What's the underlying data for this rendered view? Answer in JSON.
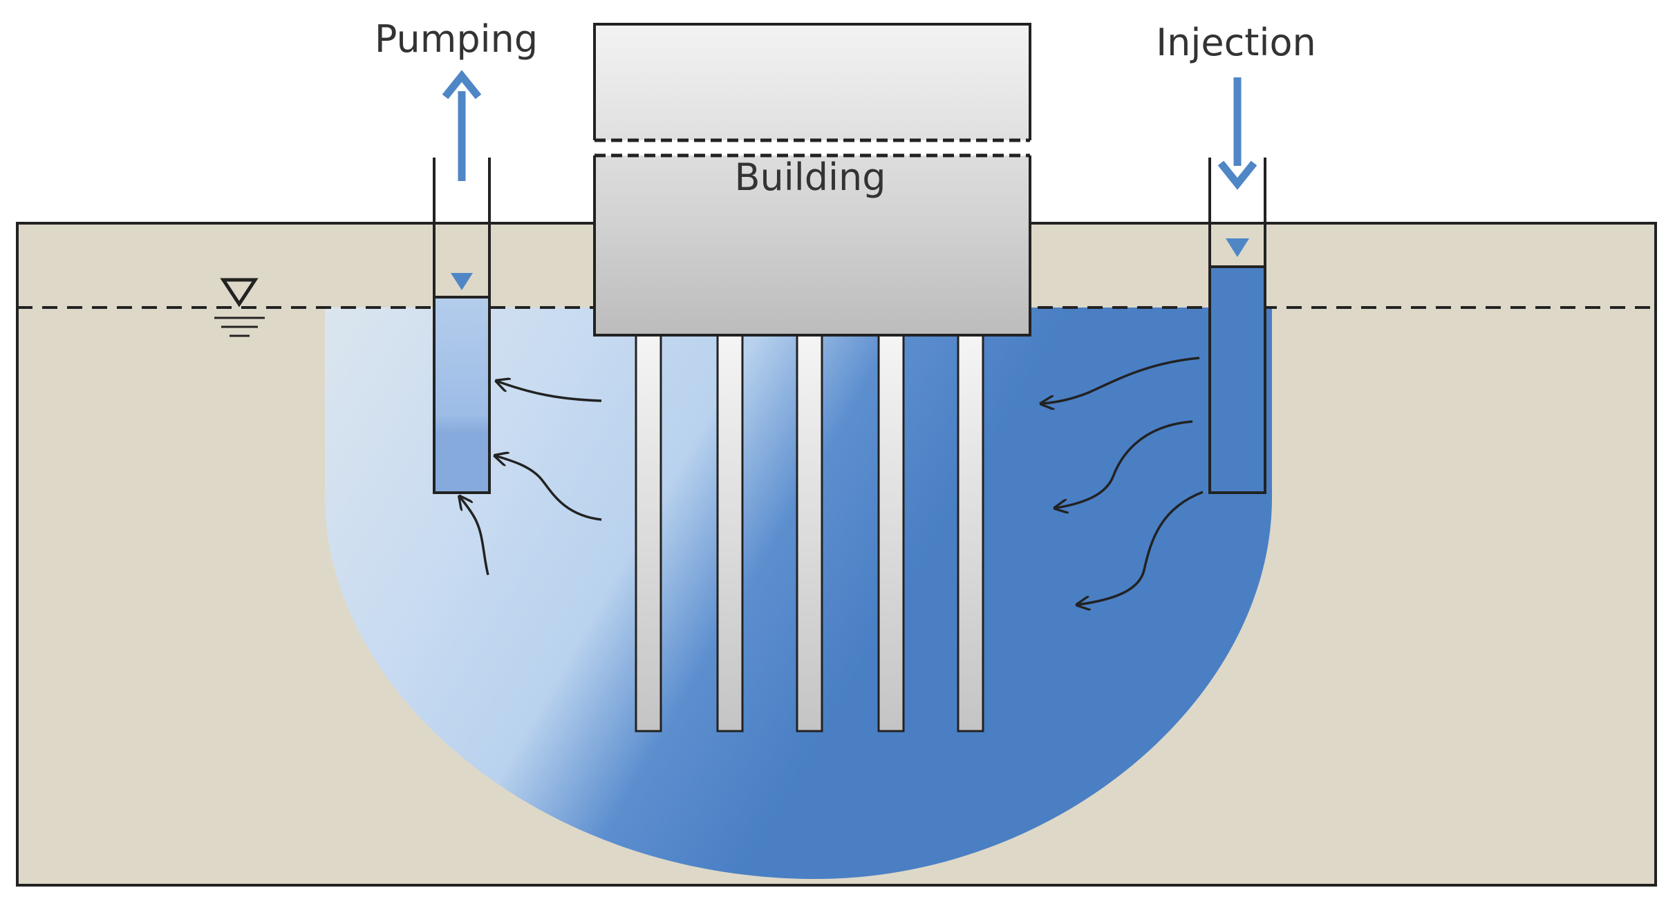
{
  "labels": {
    "pumping": "Pumping",
    "injection": "Injection",
    "building": "Building"
  },
  "colors": {
    "ground": "#DED8C8",
    "outline": "#222222",
    "water_light": "#CFE0F2",
    "water_dark": "#4A7FC4",
    "arrow": "#4F86C6",
    "building_light": "#F2F2F2",
    "building_dark": "#B8B8B8"
  }
}
